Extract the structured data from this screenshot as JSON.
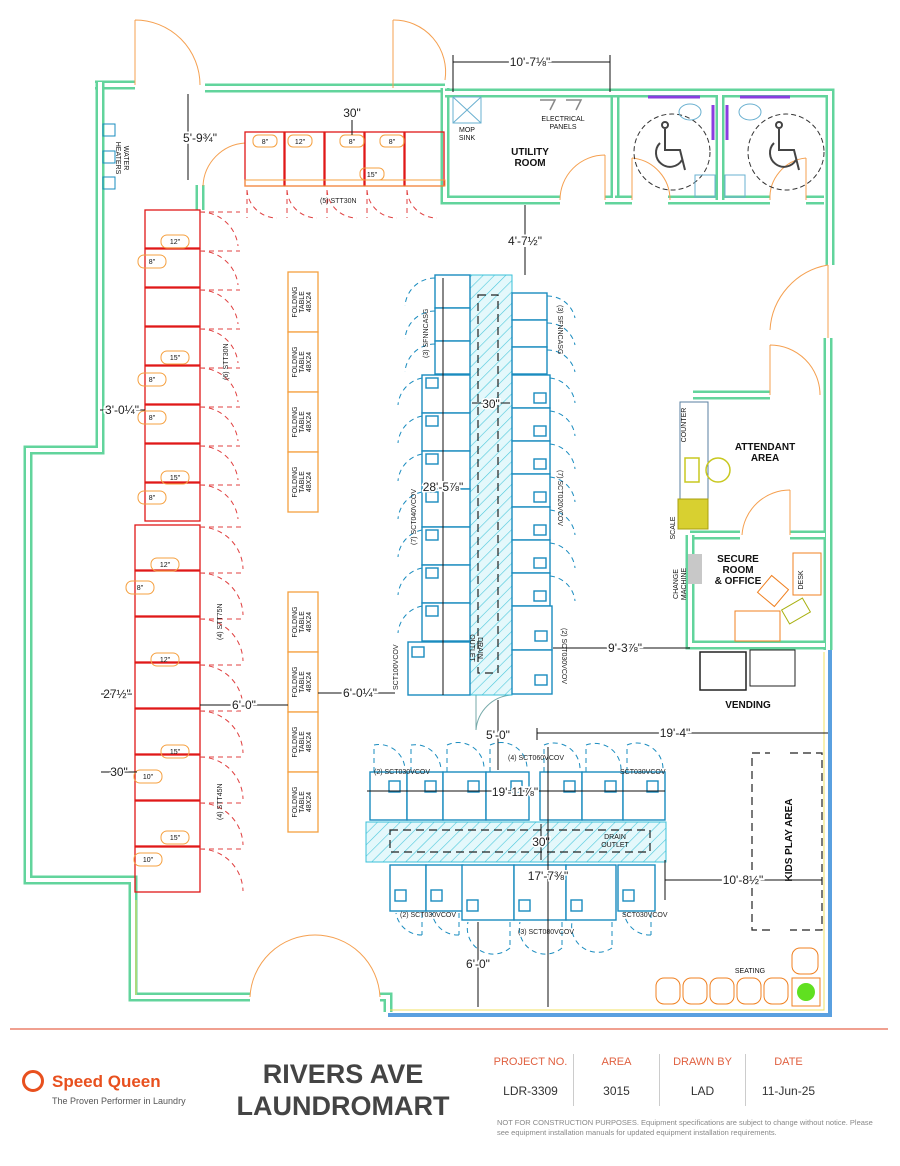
{
  "rooms": {
    "utility_room": [
      "UTILITY",
      "ROOM"
    ],
    "attendant_area": [
      "ATTENDANT",
      "AREA"
    ],
    "secure_room": [
      "SECURE",
      "ROOM",
      "& OFFICE"
    ],
    "vending": "VENDING",
    "kids_play_area": "KIDS PLAY AREA",
    "seating": "SEATING"
  },
  "fixtures": {
    "water_heaters": [
      "WATER",
      "HEATERS"
    ],
    "mop_sink": [
      "MOP",
      "SINK"
    ],
    "electrical_panels": [
      "ELECTRICAL",
      "PANELS"
    ],
    "counter": "COUNTER",
    "scale": "SCALE",
    "change_machine": [
      "CHANGE",
      "MACHINE"
    ],
    "desk": "DESK",
    "drain_outlet": [
      "DRAIN",
      "OUTLET"
    ],
    "folding_table": [
      "FOLDING",
      "TABLE",
      "48X24"
    ]
  },
  "equipment": {
    "top_dryers": "(5)  STT30N",
    "left_dryers_upper": "(6)  STT30N",
    "left_dryers_mid": "(4)  STT75N",
    "left_dryers_lower": "(4)  STT45N",
    "spin_left": "(3)  SFNNCASG",
    "spin_right": "(3)  SFNNCASG",
    "washers_left": "(7)  SCT040VCOV",
    "washers_right": "(7)  SCT020VCOV",
    "washer_large": "SCT100VCOV",
    "washers_right_lower": "(2)  SCT030VCOV",
    "island_top_left": "(2)  SCT030VCOV",
    "island_top_mid": "(4)  SCT060VCOV",
    "island_top_right": "SCT030VCOV",
    "island_bot_left": "(2)  SCT030VCOV",
    "island_bot_mid": "(3)  SCT080VCOV",
    "island_bot_right": "SCT030VCOV"
  },
  "pocket_sizes": {
    "top": [
      "8\"",
      "12\"",
      "8\"",
      "8\"",
      "15\""
    ],
    "left": [
      "12\"",
      "8\"",
      "15\"",
      "8\"",
      "8\"",
      "15\"",
      "8\"",
      "12\"",
      "8\"",
      "12\"",
      "15\"",
      "10\"",
      "15\"",
      "10\""
    ]
  },
  "dimensions": {
    "utility_width": "10'-7⅛\"",
    "top_aisle": "30\"",
    "entry_depth": "5'-9¾\"",
    "utility_clear": "4'-7½\"",
    "left_aisle": "3'-0¼\"",
    "washer_row_length": "28'-5⅞\"",
    "center_aisle": "30\"",
    "office_offset": "9'-3⅞\"",
    "left_gap_a": "27½\"",
    "left_gap_b": "30\"",
    "table_aisle": "6'-0\"",
    "table_to_washer": "6'-0¼\"",
    "island_gap": "5'-0\"",
    "island_to_wall": "19'-4\"",
    "island_length": "19'-11⅞\"",
    "island_aisle": "30\"",
    "island_depth": "17'-7⅜\"",
    "play_clear": "10'-8½\"",
    "bottom_clear": "6'-0\""
  },
  "title_block": {
    "brand": "Speed Queen",
    "tagline": "The Proven Performer in Laundry",
    "project_name": [
      "RIVERS AVE",
      "LAUNDROMART"
    ],
    "project_no_label": "PROJECT NO.",
    "project_no": "LDR-3309",
    "area_label": "AREA",
    "area": "3015",
    "drawn_by_label": "DRAWN BY",
    "drawn_by": "LAD",
    "date_label": "DATE",
    "date": "11-Jun-25",
    "disclaimer": "NOT FOR CONSTRUCTION PURPOSES. Equipment specifications are subject to change without notice. Please see equipment installation manuals for updated equipment installation requirements."
  },
  "colors": {
    "walls": "#62d49c",
    "dryers": "#e01818",
    "washers": "#1a8cbf",
    "doors_tables": "#f5a040",
    "brand": "#e8501e"
  }
}
